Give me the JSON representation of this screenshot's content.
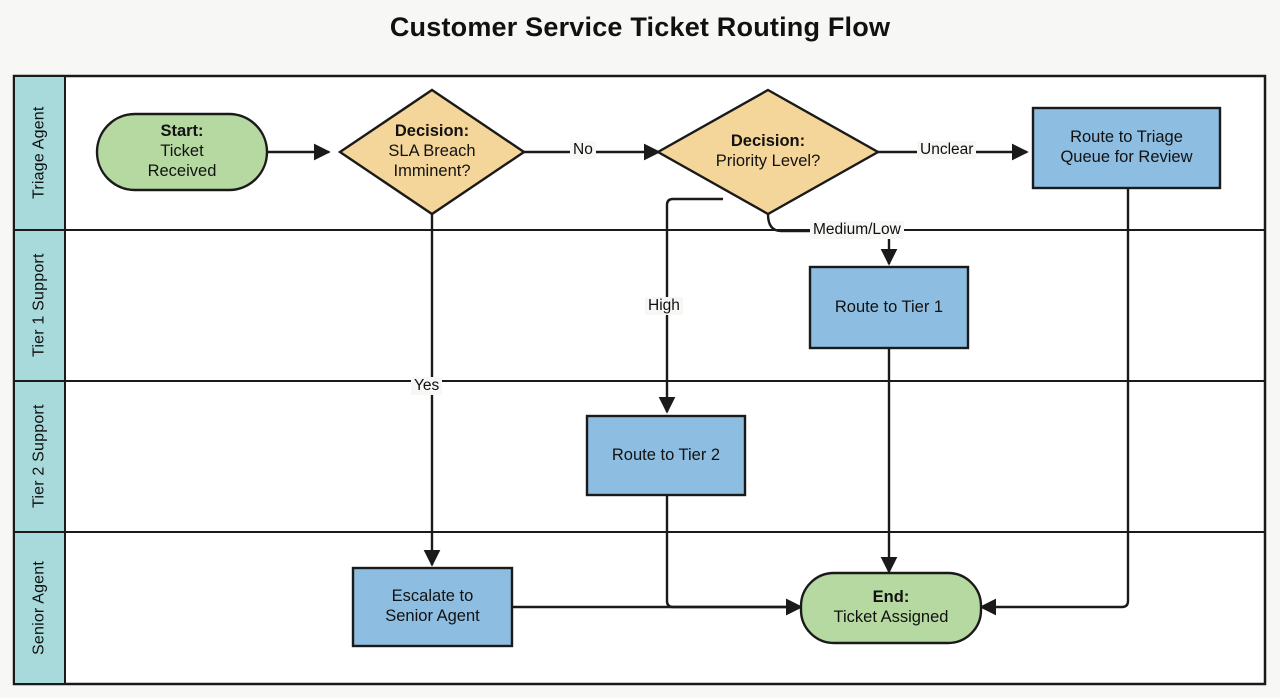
{
  "title": "Customer Service Ticket Routing Flow",
  "colors": {
    "background": "#f7f7f5",
    "lane_header_fill": "#a8dadc",
    "process_fill": "#8dbde0",
    "terminal_fill": "#b5d9a0",
    "decision_fill": "#f5d69a",
    "stroke": "#1a1a1a"
  },
  "lanes": [
    {
      "label": "Triage Agent"
    },
    {
      "label": "Tier 1 Support"
    },
    {
      "label": "Tier 2 Support"
    },
    {
      "label": "Senior Agent"
    }
  ],
  "nodes": {
    "start": {
      "shape": "terminal",
      "line1": "Start:",
      "line2": "Ticket",
      "line3": "Received"
    },
    "decision_sla": {
      "shape": "decision",
      "line1": "Decision:",
      "line2": "SLA Breach",
      "line3": "Imminent?"
    },
    "decision_priority": {
      "shape": "decision",
      "line1": "Decision:",
      "line2": "Priority Level?"
    },
    "triage_queue": {
      "shape": "process",
      "line1": "Route to Triage",
      "line2": "Queue for Review"
    },
    "tier1": {
      "shape": "process",
      "line1": "Route to Tier 1"
    },
    "tier2": {
      "shape": "process",
      "line1": "Route to Tier 2"
    },
    "escalate": {
      "shape": "process",
      "line1": "Escalate to",
      "line2": "Senior Agent"
    },
    "end": {
      "shape": "terminal",
      "line1": "End:",
      "line2": "Ticket Assigned"
    }
  },
  "edge_labels": {
    "no": "No",
    "yes": "Yes",
    "unclear": "Unclear",
    "medium_low": "Medium/Low",
    "high": "High"
  }
}
